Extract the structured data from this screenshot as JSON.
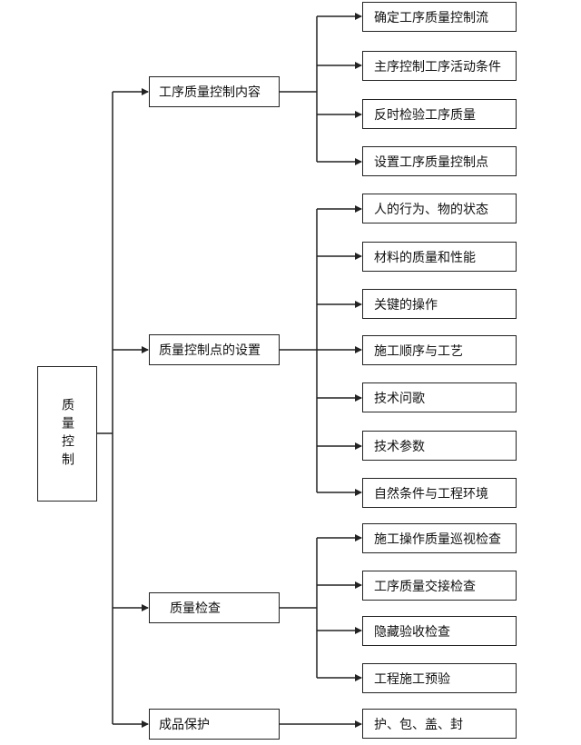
{
  "root": {
    "label": "质量控制"
  },
  "branches": [
    {
      "label": "工序质量控制内容",
      "children": [
        "确定工序质量控制流",
        "主序控制工序活动条件",
        "反时检验工序质量",
        "设置工序质量控制点"
      ]
    },
    {
      "label": "质量控制点的设置",
      "children": [
        "人的行为、物的状态",
        "材料的质量和性能",
        "关键的操作",
        "施工顺序与工艺",
        "技术问歌",
        "技术参数",
        "自然条件与工程环境"
      ]
    },
    {
      "label": "质量检查",
      "children": [
        "施工操作质量巡视检查",
        "工序质量交接检查",
        "隐藏验收检查",
        "工程施工预验"
      ]
    },
    {
      "label": "成品保护",
      "children": [
        "护、包、盖、封"
      ]
    }
  ]
}
